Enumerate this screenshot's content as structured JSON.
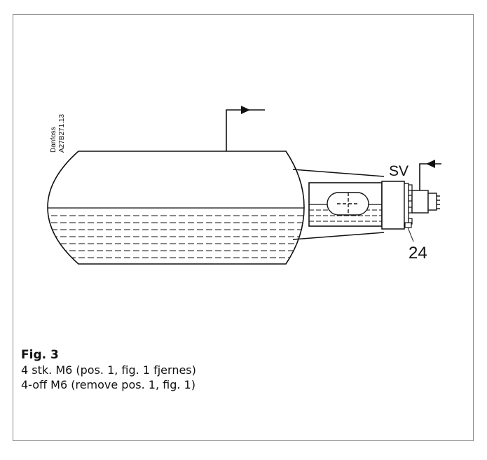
{
  "drawing": {
    "manufacturer": "Danfoss",
    "drawing_code": "A27B271.13",
    "valve_label": "SV",
    "position_number": "24"
  },
  "caption": {
    "title": "Fig. 3",
    "line_danish": "4 stk. M6 (pos. 1, fig. 1 fjernes)",
    "line_english": "4-off M6 (remove pos. 1, fig. 1)"
  }
}
